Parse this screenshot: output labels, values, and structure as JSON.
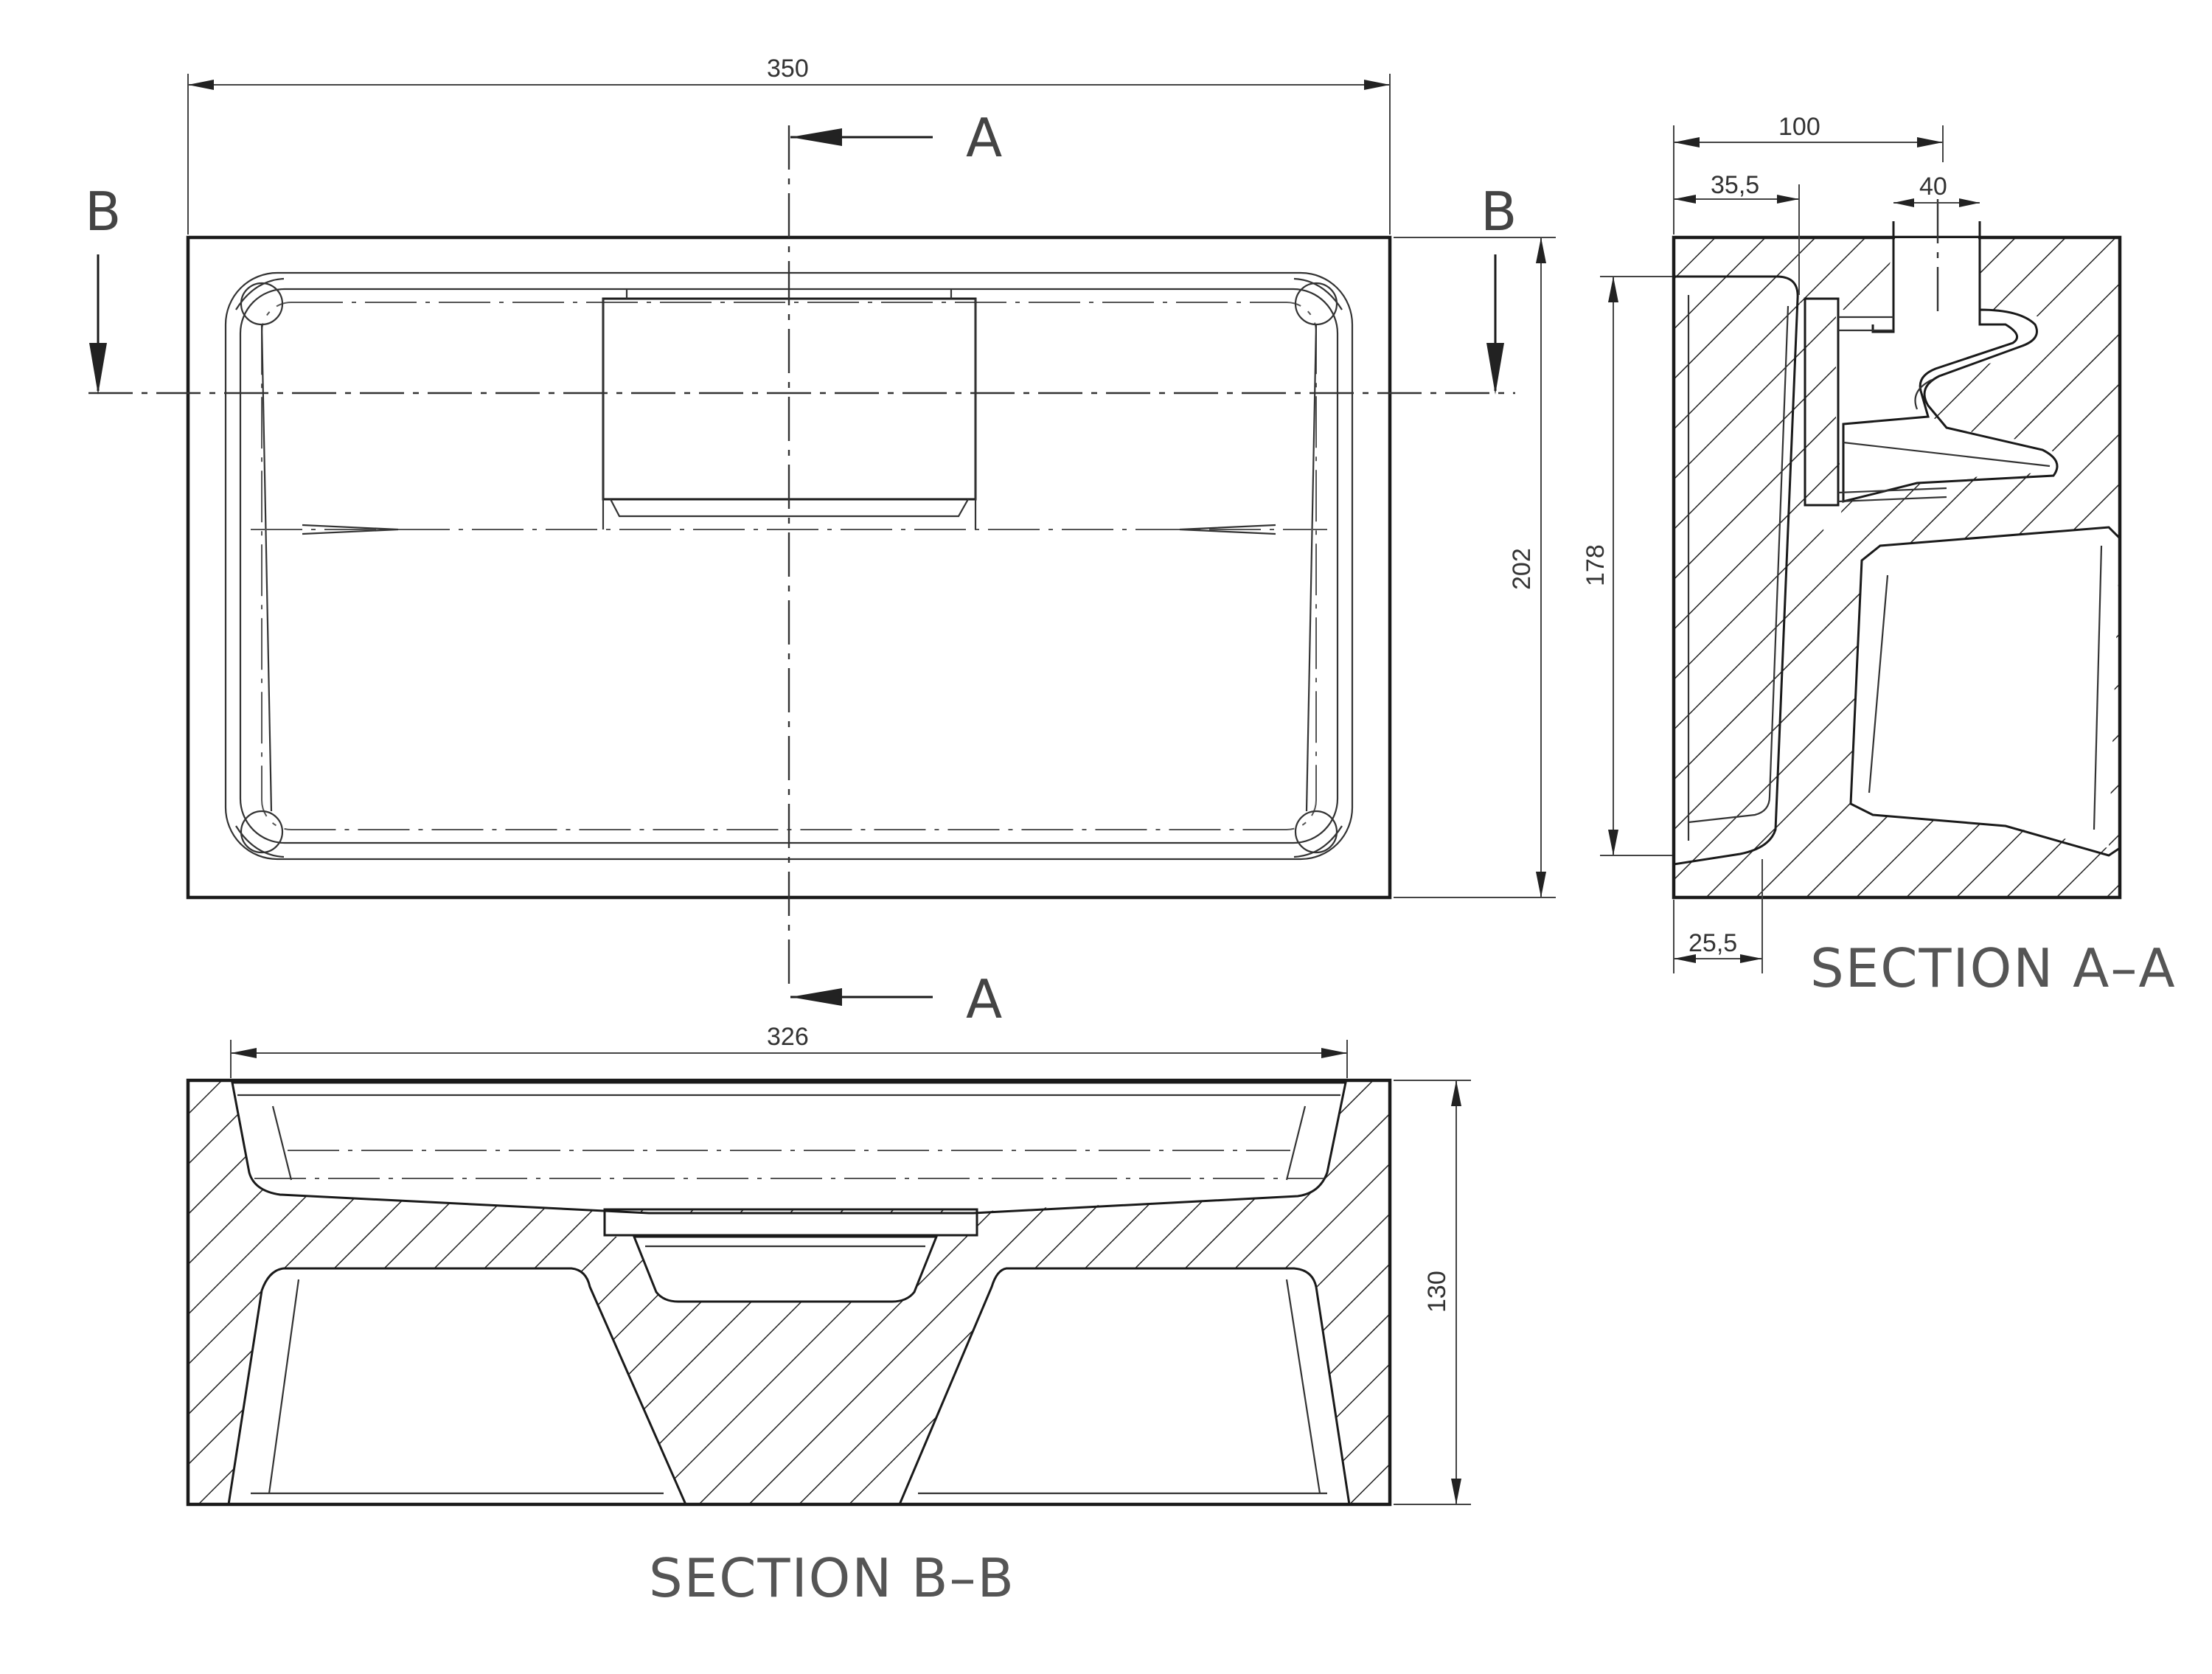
{
  "dimensions": {
    "overall_width": "350",
    "overall_height": "202",
    "inner_width": "326",
    "section_b_height": "130",
    "side_depth": "100",
    "side_wall": "35,5",
    "drain_width": "40",
    "inner_height": "178",
    "bottom_offset": "25,5"
  },
  "section_markers": {
    "a_label": "A",
    "b_label": "B"
  },
  "captions": {
    "section_a": "SECTION A–A",
    "section_b": "SECTION B–B"
  },
  "colors": {
    "line": "#1a1a1a",
    "hatch": "#222222",
    "background": "#ffffff"
  }
}
